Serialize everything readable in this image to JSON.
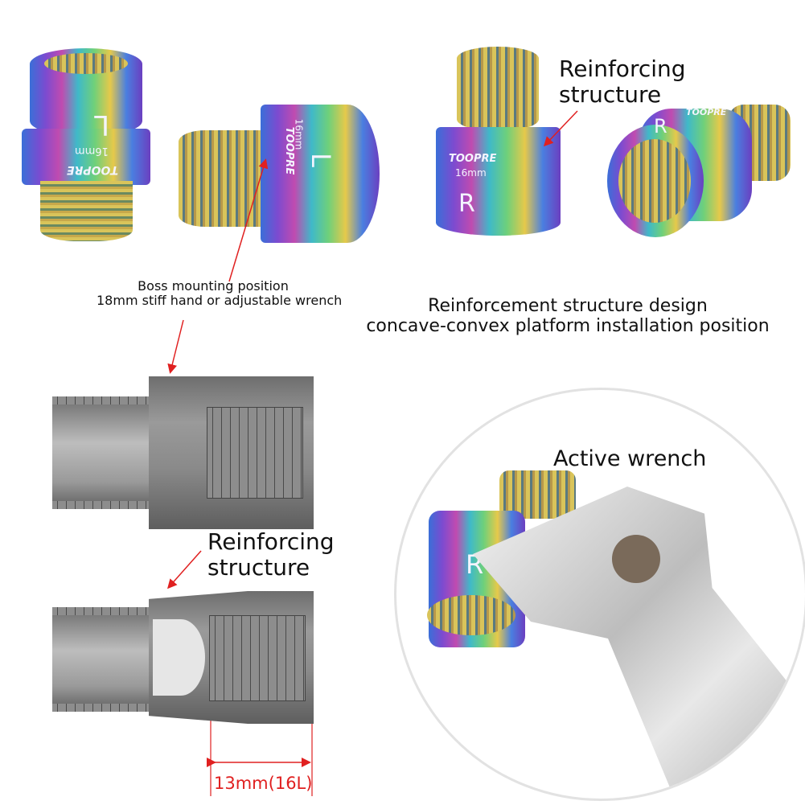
{
  "callouts": {
    "reinforcing_top": [
      "Reinforcing",
      "structure"
    ],
    "boss_mounting": [
      "Boss mounting position",
      "18mm stiff hand or adjustable wrench"
    ],
    "reinforcement_design": [
      "Reinforcement structure design",
      "concave-convex platform installation position"
    ],
    "reinforcing_diagram": [
      "Reinforcing",
      "structure"
    ],
    "active_wrench": "Active wrench",
    "dimension": "13mm(16L)"
  },
  "product_markings": {
    "left_letter": "L",
    "right_letter": "R",
    "size": "16mm",
    "brand": "TOOPRE"
  },
  "colors": {
    "annotation_red": "#e02020",
    "circle_border": "#e2e2e2",
    "diagram_gray": "#8a8a8a"
  }
}
